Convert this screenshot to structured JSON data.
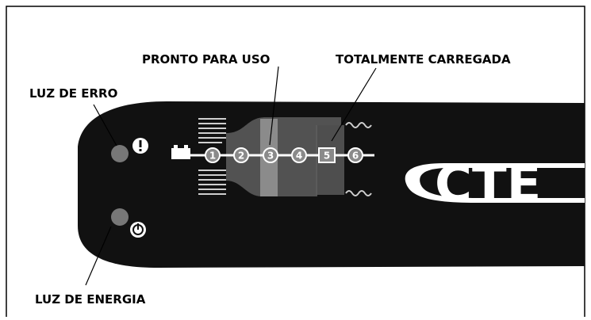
{
  "labels": {
    "error_light": "LUZ DE ERRO",
    "ready": "PRONTO PARA USO",
    "full": "TOTALMENTE CARREGADA",
    "power_light": "LUZ DE ENERGIA"
  },
  "steps": [
    "1",
    "2",
    "3",
    "4",
    "5",
    "6"
  ],
  "brand": "CTE",
  "colors": {
    "panel": "#111111",
    "line": "#ffffff",
    "led": "#777777",
    "frame": "#000000"
  },
  "icons": {
    "error": "exclamation-icon",
    "power": "power-icon",
    "battery": "battery-icon"
  }
}
